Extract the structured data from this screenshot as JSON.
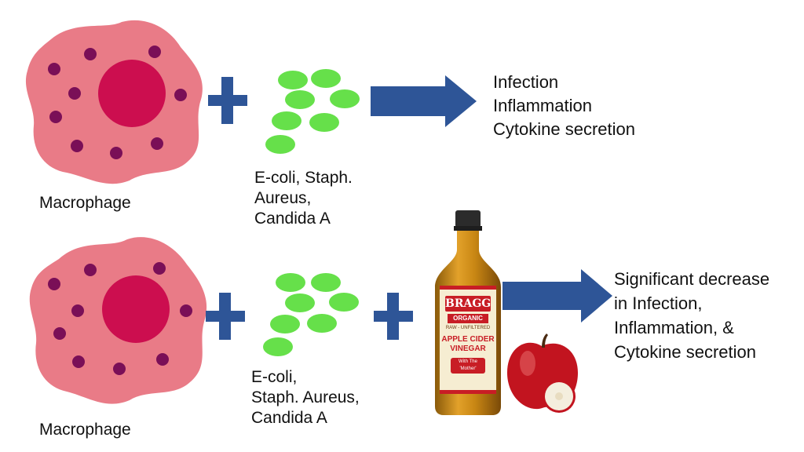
{
  "row1": {
    "cell_label": "Macrophage",
    "microbes_lines": [
      "E-coli, Staph.",
      "Aureus,",
      "Candida A"
    ],
    "outcome_lines": [
      "Infection",
      "Inflammation",
      "Cytokine secretion"
    ]
  },
  "row2": {
    "cell_label": "Macrophage",
    "microbes_lines": [
      "E-coli,",
      "Staph. Aureus,",
      "Candida A"
    ],
    "outcome_lines": [
      "Significant decrease",
      "in Infection,",
      "Inflammation, &",
      "Cytokine secretion"
    ]
  },
  "bottle": {
    "brand": "BRAGG",
    "organic": "ORGANIC",
    "subtitle": "RAW - UNFILTERED",
    "product_line1": "APPLE CIDER",
    "product_line2": "VINEGAR",
    "mother": "With The 'Mother'"
  },
  "colors": {
    "cell_body": "#e97b87",
    "nucleus": "#cc0e4f",
    "granule": "#7a0f57",
    "plus_arrow": "#2e5597",
    "microbe": "#66e04a"
  }
}
